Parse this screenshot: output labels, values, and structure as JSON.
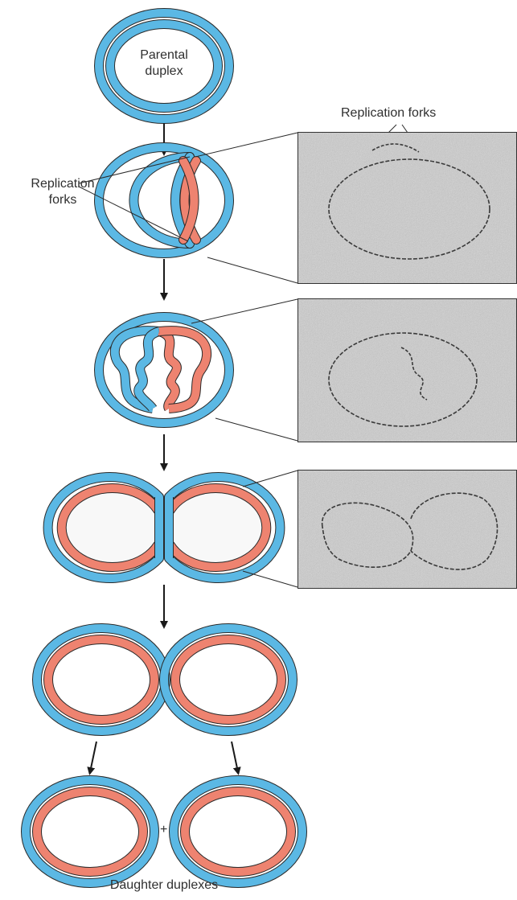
{
  "labels": {
    "parental_duplex_line1": "Parental",
    "parental_duplex_line2": "duplex",
    "replication_forks_left_line1": "Replication",
    "replication_forks_left_line2": "forks",
    "replication_forks_top": "Replication forks",
    "plus_sign": "+",
    "daughter_duplexes": "Daughter duplexes"
  },
  "colors": {
    "parental_strand": "#5bb8e4",
    "new_strand": "#ee8370",
    "outline": "#2a2a2a",
    "arrow": "#1a1a1a",
    "micrograph_bg": "#c9c9c9"
  }
}
